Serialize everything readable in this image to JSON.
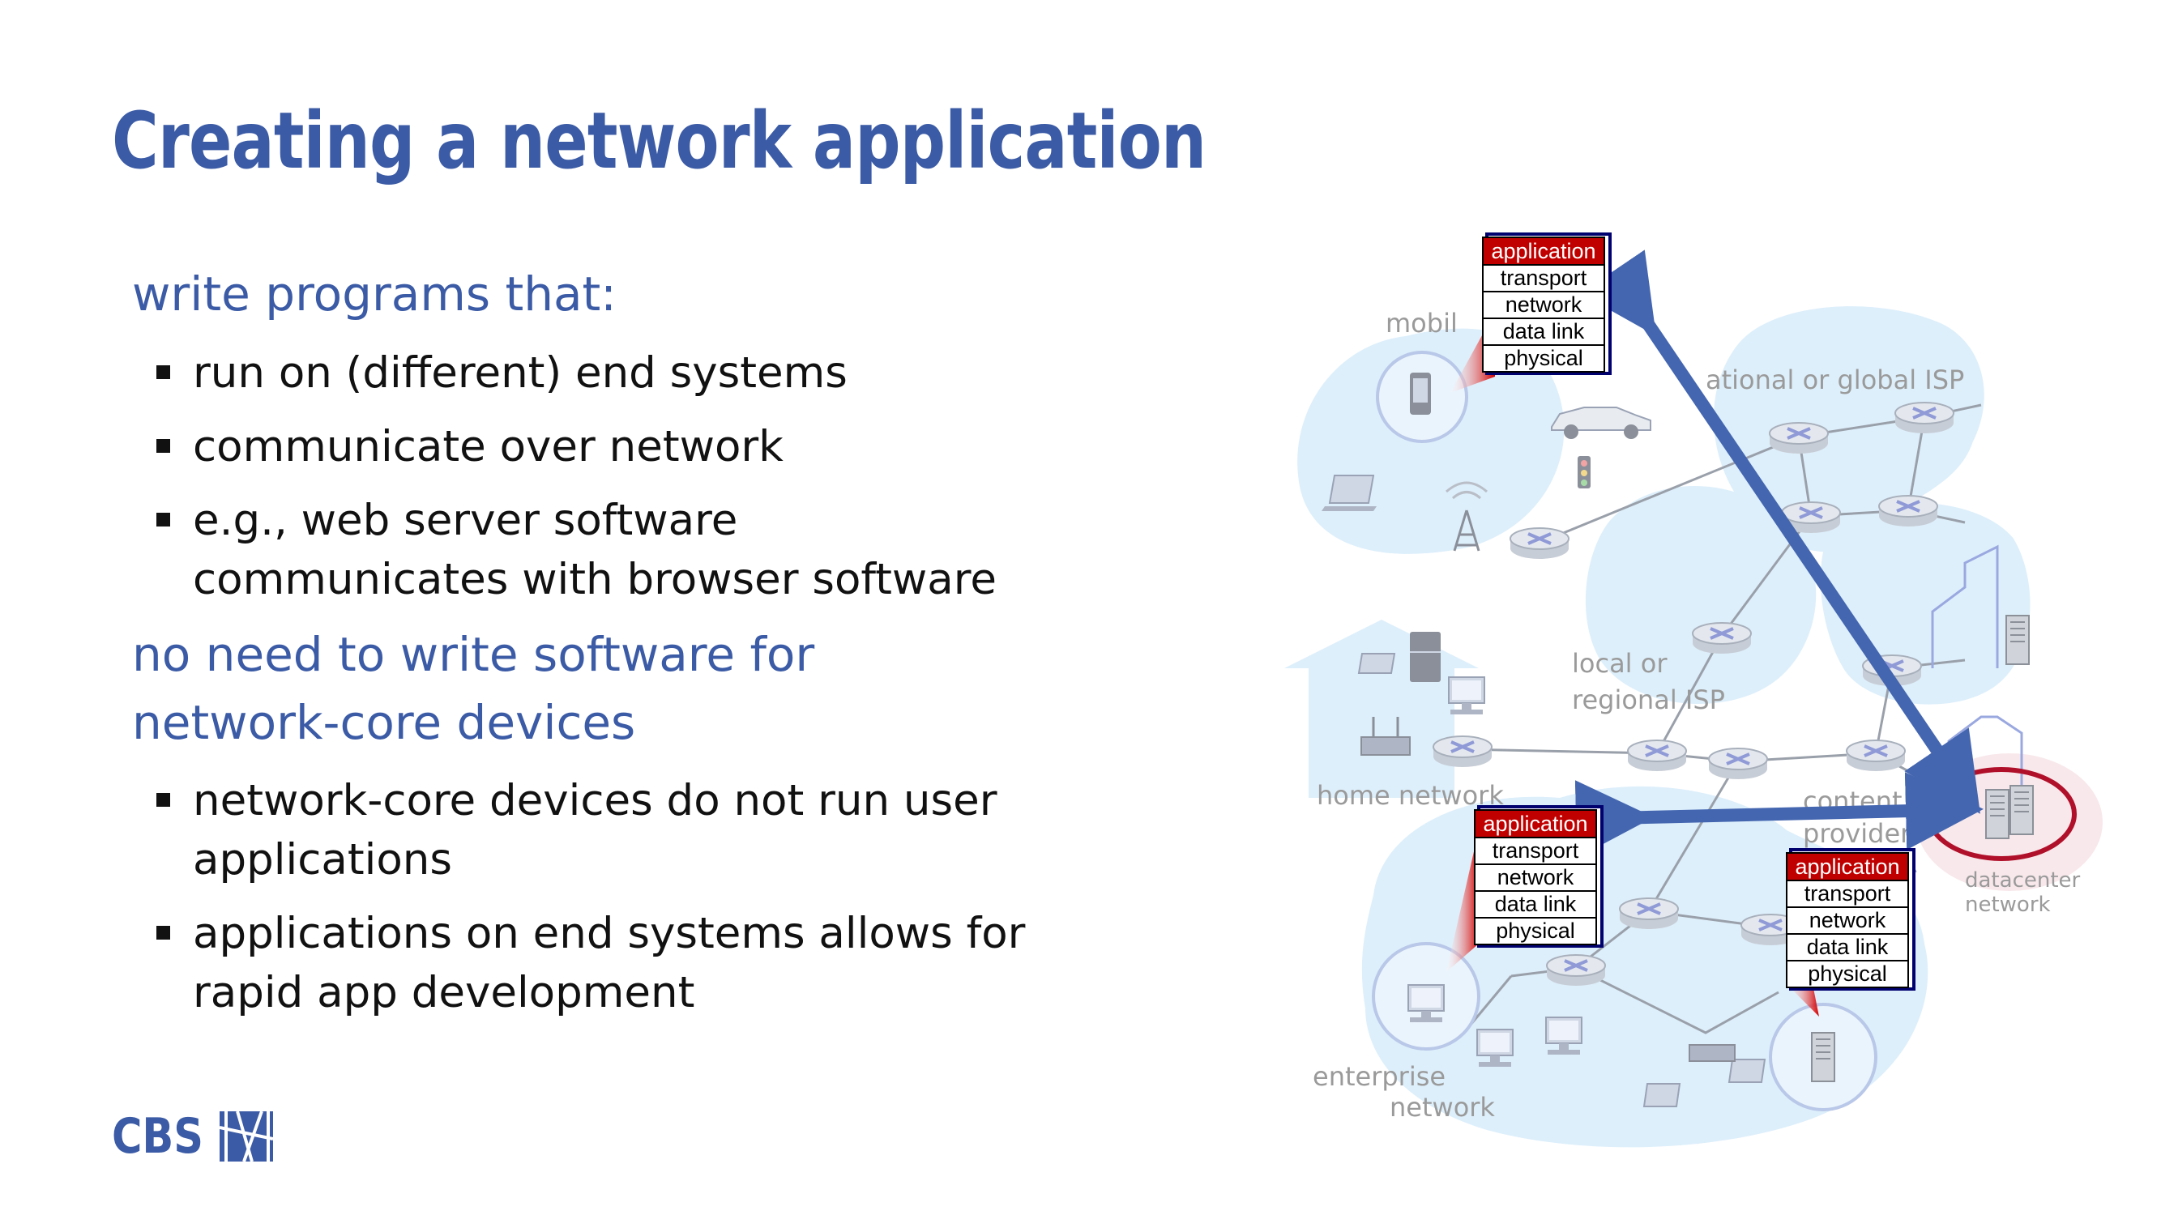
{
  "slide": {
    "title": "Creating a network application",
    "heading1": "write programs that:",
    "bullets1": [
      "run on (different) end systems",
      "communicate over network",
      "e.g., web server software\ncommunicates with browser software"
    ],
    "heading2": "no need to write software for\nnetwork-core devices",
    "bullets2": [
      "network-core devices do not run user\napplications",
      "applications on end systems allows for\nrapid app development"
    ]
  },
  "logo": {
    "text": "CBS"
  },
  "diagram": {
    "labels": {
      "mobile": "mobil",
      "isp": "ational or global ISP",
      "local1": "local or",
      "local2": "regional ISP",
      "home": "home network",
      "content1": "content",
      "content2": "provider",
      "datacenter1": "datacenter",
      "datacenter2": "network",
      "enterprise1": "enterprise",
      "enterprise2": "network"
    },
    "stack_layers": [
      "application",
      "transport",
      "network",
      "data link",
      "physical"
    ]
  },
  "colors": {
    "title_blue": "#3B5BA6",
    "arrow_blue": "#4466B0",
    "application_red": "#C00000",
    "cloud_blue": "#DDEFFB",
    "highlight_red": "#B0102A"
  }
}
